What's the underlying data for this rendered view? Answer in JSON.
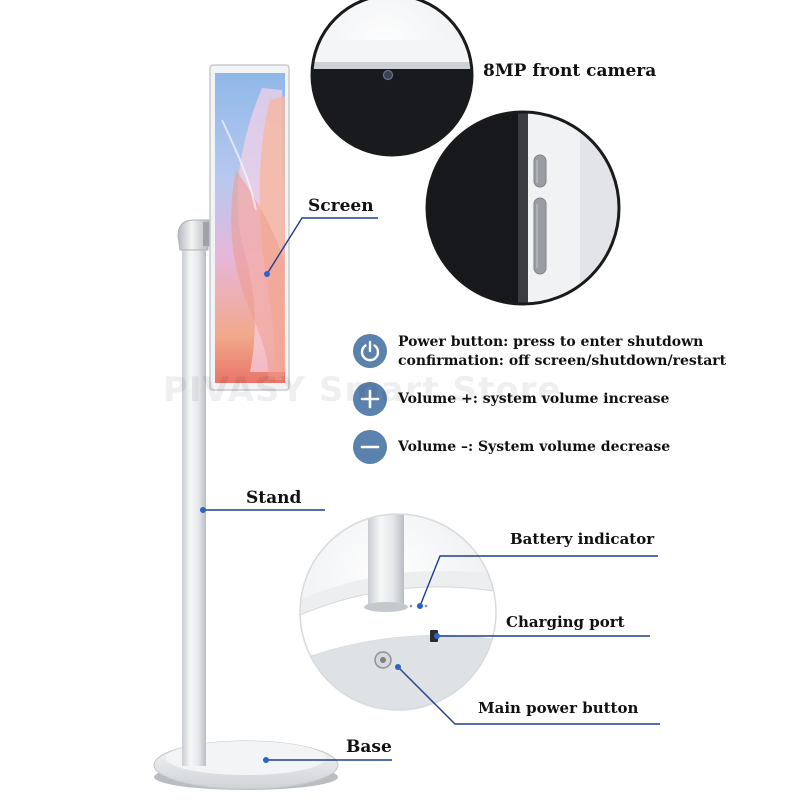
{
  "labels": {
    "front_camera": "8MP front camera",
    "screen": "Screen",
    "stand": "Stand",
    "base": "Base",
    "battery_indicator": "Battery indicator",
    "charging_port": "Charging port",
    "main_power_button": "Main power button"
  },
  "controls": [
    {
      "icon": "power-icon",
      "line1": "Power button: press to enter shutdown",
      "line2": "confirmation: off screen/shutdown/restart"
    },
    {
      "icon": "plus-icon",
      "line1": "Volume +: system volume increase"
    },
    {
      "icon": "minus-icon",
      "line1": "Volume –: System volume decrease"
    }
  ],
  "watermark": "PIVASY Smart Store",
  "colors": {
    "accent": "#5b82ad",
    "leader_line": "#1f3f8f",
    "label": "#111111"
  }
}
